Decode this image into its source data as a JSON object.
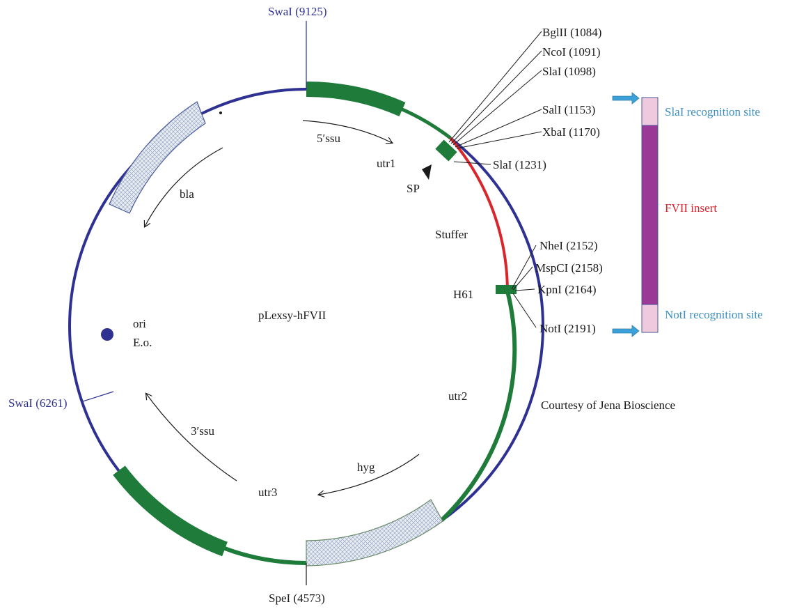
{
  "plasmid_name": "pLexsy-hFVII",
  "credit": "Courtesy of Jena Bioscience",
  "colors": {
    "backbone": "#2e3192",
    "green_segments": "#1e7b3a",
    "stuffer": "#d9262c",
    "insert": "#9b3a96",
    "recognition_site": "#efc9dd",
    "arrow": "#3aa2d8",
    "hatch_fill": "#e6ecef",
    "hatch_stroke": "#4a5a9a"
  },
  "restriction_sites": {
    "swal_9125": "SwaI (9125)",
    "swal_6261": "SwaI (6261)",
    "bglll_1084": "BglII (1084)",
    "ncol_1091": "NcoI (1091)",
    "slal_1098": "SlaI (1098)",
    "sall_1153": "SalI (1153)",
    "xbal_1170": "XbaI (1170)",
    "slal_1231": "SlaI (1231)",
    "nhel_2152": "NheI (2152)",
    "mspcl_2158": "MspCI (2158)",
    "kpnl_2164": "KpnI (2164)",
    "notl_2191": "NotI (2191)",
    "spel_4573": "SpeI (4573)"
  },
  "features": {
    "five_ssu": "5′ssu",
    "utr1": "utr1",
    "sp": "SP",
    "stuffer": "Stuffer",
    "h61": "H61",
    "utr2": "utr2",
    "hyg": "hyg",
    "utr3": "utr3",
    "three_ssu": "3′ssu",
    "ori": "ori",
    "eo": "E.o.",
    "bla": "bla"
  },
  "insert_bar": {
    "top_site": "SlaI recognition site",
    "insert": "FVII insert",
    "bottom_site": "NotI recognition site"
  }
}
